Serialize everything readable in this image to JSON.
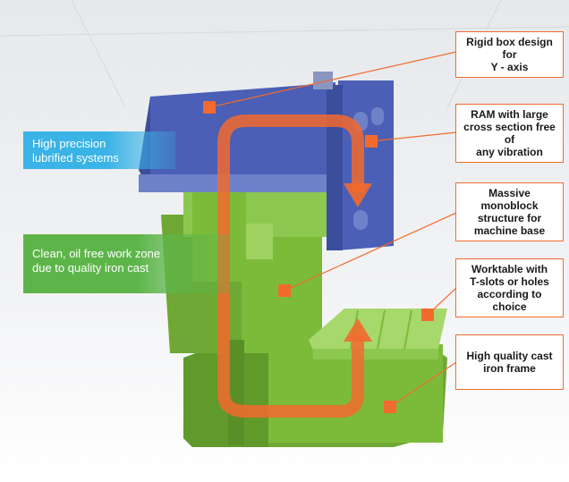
{
  "colors": {
    "accent": "#f26a2e",
    "machine_green": "#7cbb3a",
    "machine_blue": "#4a5fb5",
    "banner_blue": "#3ab3e6",
    "banner_green": "#5db54a"
  },
  "banners": [
    {
      "id": "precision",
      "text": "High precision\nlubrified systems"
    },
    {
      "id": "clean",
      "text": "Clean, oil free work zone\ndue to quality iron cast"
    }
  ],
  "callouts": [
    {
      "id": "rigid",
      "text": "Rigid box design for\nY - axis"
    },
    {
      "id": "ram",
      "text": "RAM with large\ncross section free of\nany vibration"
    },
    {
      "id": "monoblock",
      "text": "Massive monoblock\nstructure for\nmachine base"
    },
    {
      "id": "worktable",
      "text": "Worktable with\nT-slots or holes\naccording to choice"
    },
    {
      "id": "frame",
      "text": "High quality cast\niron frame"
    }
  ]
}
